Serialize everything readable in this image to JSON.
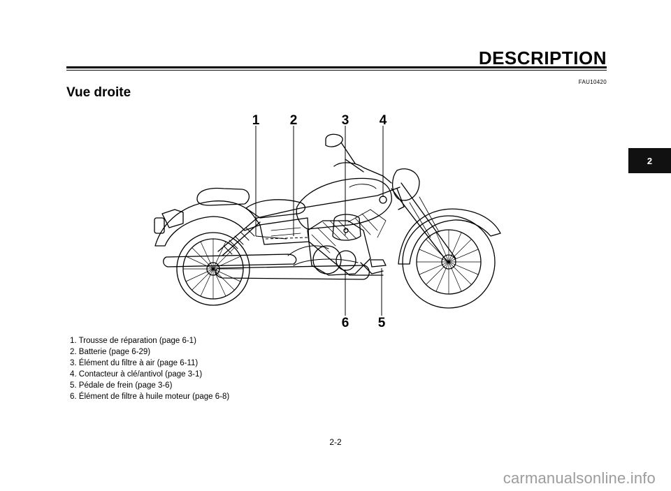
{
  "header": {
    "title": "DESCRIPTION"
  },
  "section": {
    "code": "FAU10420",
    "title": "Vue droite"
  },
  "chapter_tab": {
    "label": "2"
  },
  "figure": {
    "callouts": [
      "1",
      "2",
      "3",
      "4",
      "6",
      "5"
    ]
  },
  "legend": {
    "items": [
      "1. Trousse de réparation (page 6-1)",
      "2. Batterie (page 6-29)",
      "3. Élément du filtre à air (page 6-11)",
      "4. Contacteur à clé/antivol (page 3-1)",
      "5. Pédale de frein (page 3-6)",
      "6. Élément de filtre à huile moteur (page 6-8)"
    ]
  },
  "footer": {
    "page_number": "2-2"
  },
  "watermark": {
    "text": "carmanualsonline.info"
  }
}
